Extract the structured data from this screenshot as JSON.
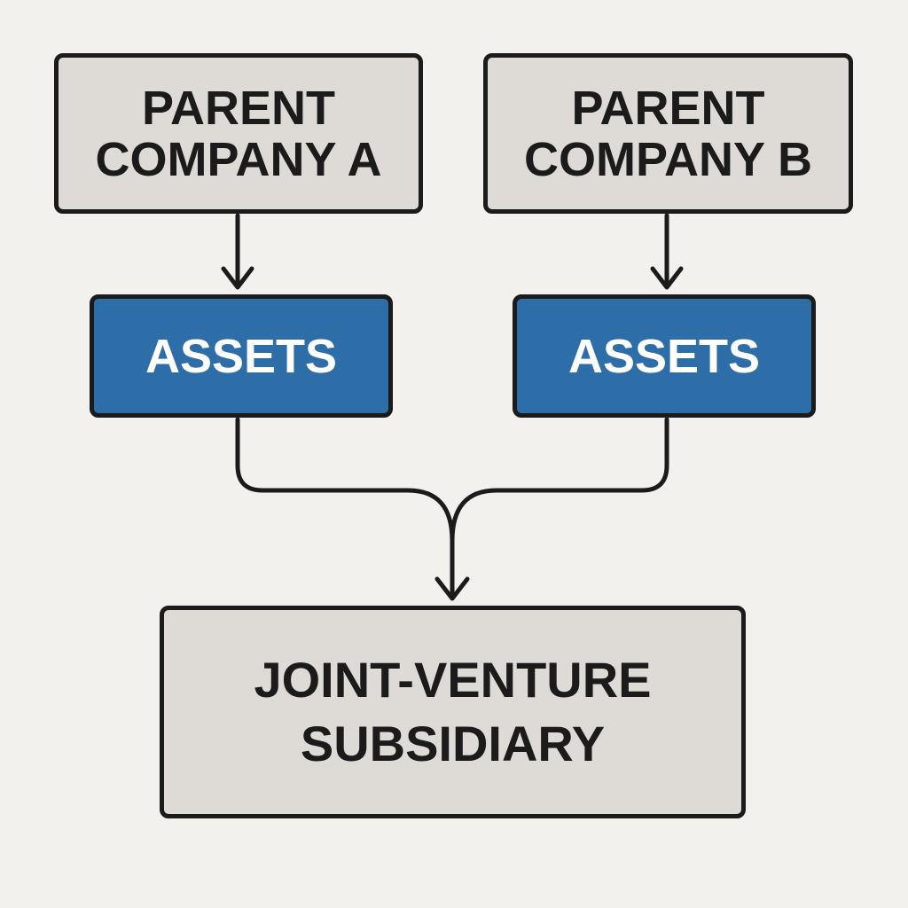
{
  "diagram": {
    "parent_a": {
      "label": "PARENT\nCOMPANY A"
    },
    "parent_b": {
      "label": "PARENT\nCOMPANY B"
    },
    "assets_a": {
      "label": "ASSETS"
    },
    "assets_b": {
      "label": "ASSETS"
    },
    "joint_venture": {
      "label": "JOINT-VENTURE\nSUBSIDIARY"
    },
    "colors": {
      "background": "#f3f1ee",
      "box_fill": "#dedbd6",
      "asset_fill": "#2e6ea8",
      "stroke": "#1b1b1b"
    },
    "edges": [
      {
        "from": "parent_a",
        "to": "assets_a"
      },
      {
        "from": "parent_b",
        "to": "assets_b"
      },
      {
        "from": "assets_a",
        "to": "joint_venture"
      },
      {
        "from": "assets_b",
        "to": "joint_venture"
      }
    ]
  }
}
